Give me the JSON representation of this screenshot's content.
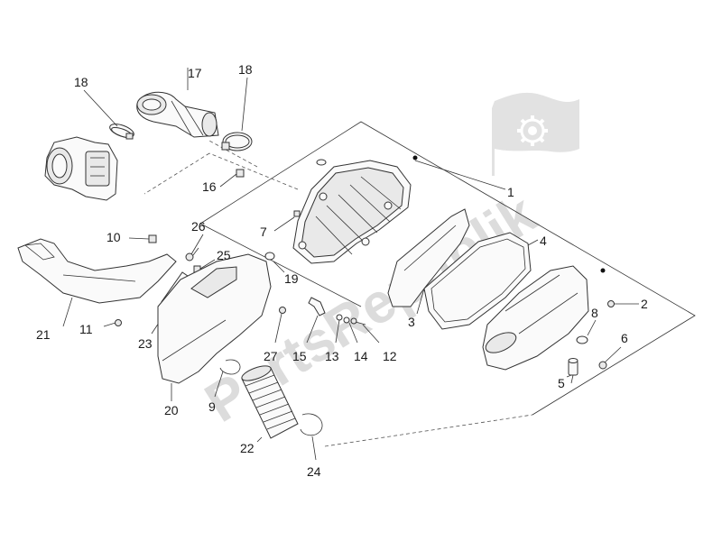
{
  "watermark": {
    "text": "PartsRepublik"
  },
  "labels": {
    "l1": "1",
    "l2": "2",
    "l3": "3",
    "l4": "4",
    "l5": "5",
    "l6": "6",
    "l7": "7",
    "l8": "8",
    "l9": "9",
    "l10": "10",
    "l11": "11",
    "l12": "12",
    "l13": "13",
    "l14": "14",
    "l15": "15",
    "l16": "16",
    "l17": "17",
    "l18a": "18",
    "l18b": "18",
    "l19": "19",
    "l20": "20",
    "l21": "21",
    "l22": "22",
    "l23": "23",
    "l24": "24",
    "l25": "25",
    "l26": "26",
    "l27": "27"
  },
  "icons": {
    "watermark_logo": "gear-flag-icon"
  }
}
